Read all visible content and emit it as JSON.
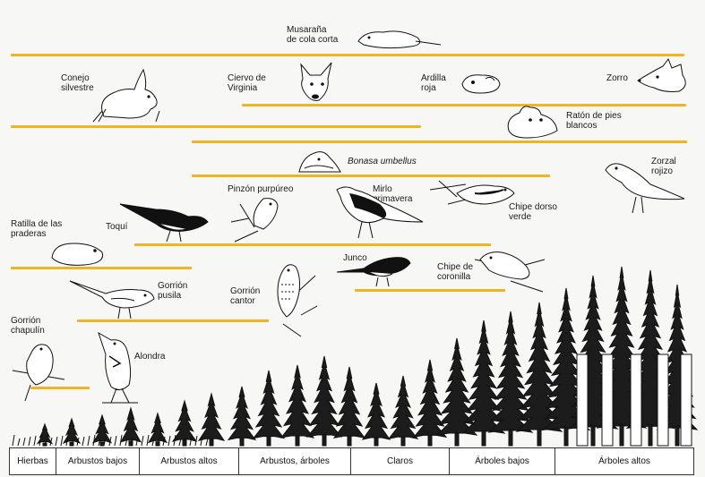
{
  "animals": {
    "musarana": "Musaraña\nde cola corta",
    "conejo": "Conejo\nsilvestre",
    "ciervo": "Ciervo de\nVirginia",
    "ardilla": "Ardilla\nroja",
    "zorro": "Zorro",
    "raton": "Ratón de pies\nblancos",
    "bonasa": "Bonasa umbellus",
    "zorzal": "Zorzal\nrojizo",
    "pinzon": "Pinzón purpúreo",
    "mirlo": "Mirlo\nprimavera",
    "chipe_dorso": "Chipe dorso\nverde",
    "toqui": "Toquí",
    "ratilla": "Ratilla de las\npraderas",
    "junco": "Junco",
    "chipe_coronilla": "Chipe de\ncoronilla",
    "gorrion_pusila": "Gorrión\npusila",
    "gorrion_cantor": "Gorrión\ncantor",
    "gorrion_chapulin": "Gorrión\nchapulín",
    "alondra": "Alondra"
  },
  "habitat_scale": [
    "Hierbas",
    "Arbustos bajos",
    "Arbustos altos",
    "Arbustos, árboles",
    "Claros",
    "Árboles bajos",
    "Árboles altos"
  ],
  "colors": {
    "range_bar": "#f0b323",
    "ink": "#1a1a1a"
  }
}
